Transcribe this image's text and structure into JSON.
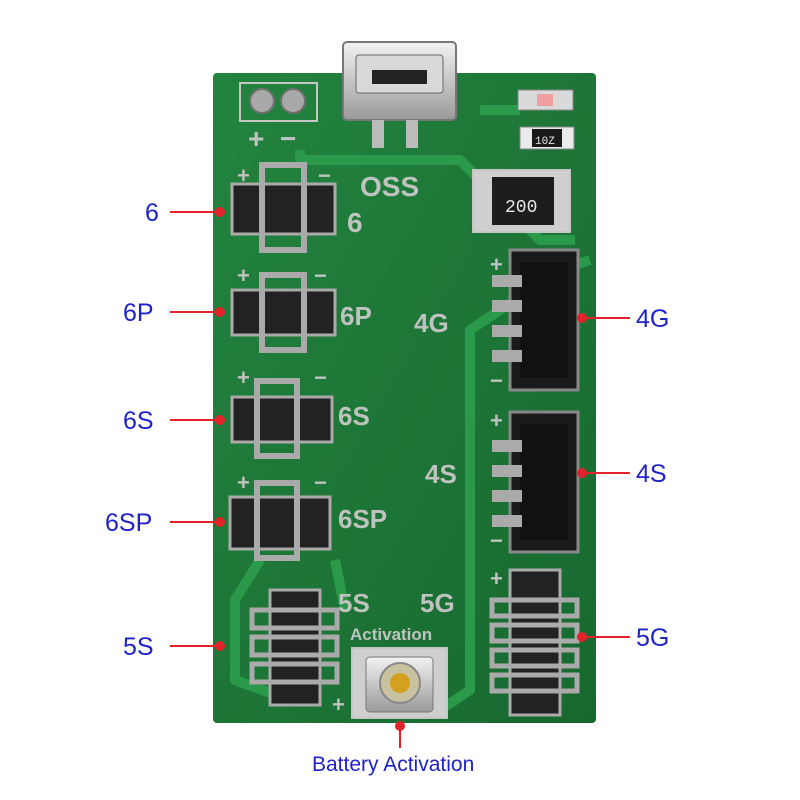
{
  "callouts": {
    "left": [
      "6",
      "6P",
      "6S",
      "6SP",
      "5S"
    ],
    "right": [
      "4G",
      "4S",
      "5G"
    ],
    "bottom": "Battery Activation"
  },
  "board_text": {
    "brand": "OSS",
    "resistor_large": "200",
    "resistor_small": "10Z",
    "activation": "Activation",
    "slot_labels": [
      "6",
      "6P",
      "6S",
      "6SP",
      "5S",
      "4G",
      "4S",
      "5G"
    ],
    "plus": "+",
    "minus": "−"
  },
  "colors": {
    "label": "#1f22c8",
    "line": "#e3232b",
    "board": "#1f7a3a",
    "silkscreen": "#c4c8c4"
  }
}
